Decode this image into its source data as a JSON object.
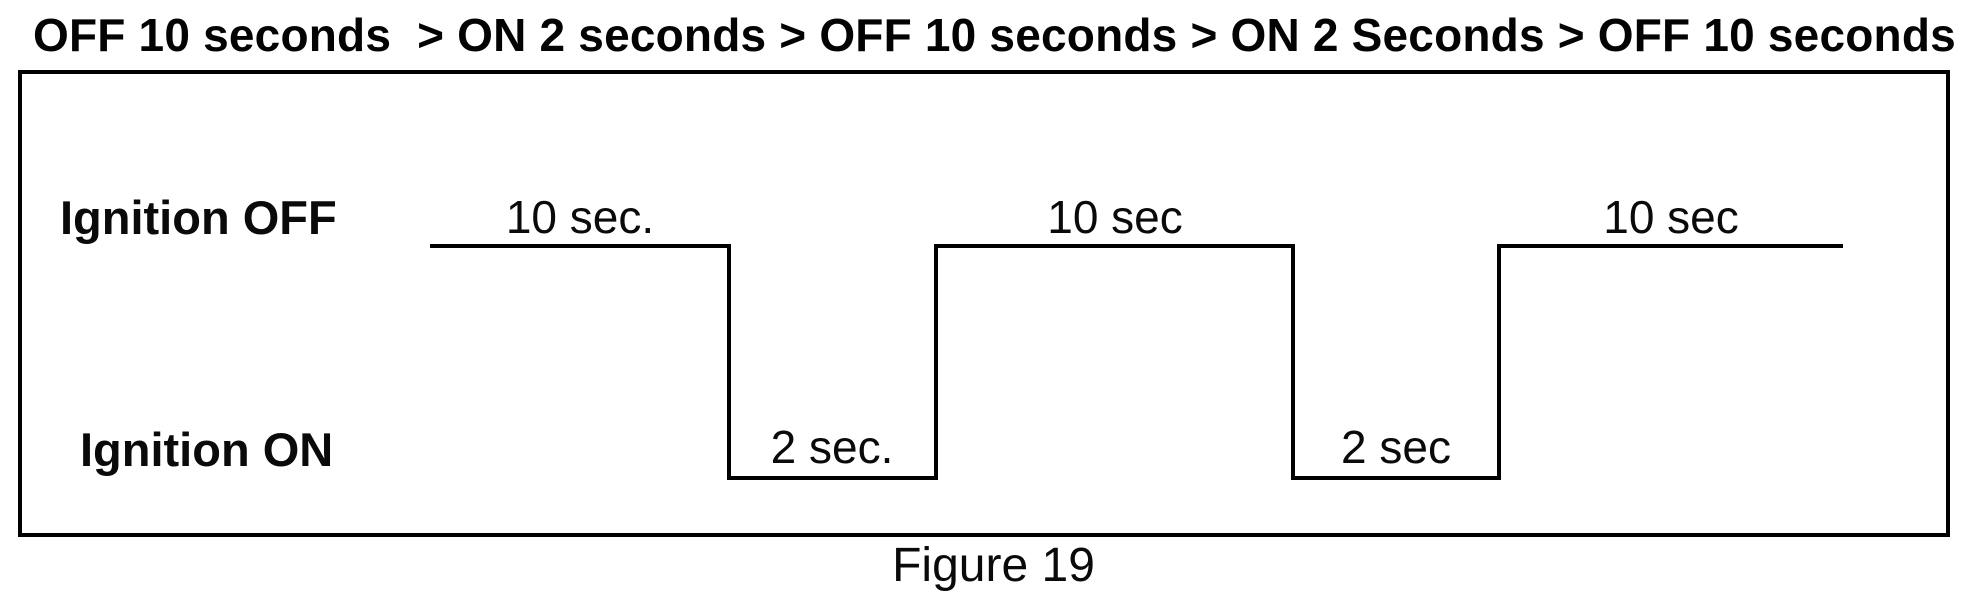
{
  "title": "OFF 10 seconds  > ON 2 seconds > OFF 10 seconds > ON 2 Seconds > OFF 10 seconds",
  "labels": {
    "ignition_off": "Ignition OFF",
    "ignition_on": "Ignition ON"
  },
  "waveform": {
    "type": "timing",
    "high_state": "Ignition OFF",
    "low_state": "Ignition ON",
    "line_color": "#000000",
    "segments": [
      {
        "state": "OFF",
        "duration_seconds": 10,
        "label": "10 sec."
      },
      {
        "state": "ON",
        "duration_seconds": 2,
        "label": "2 sec."
      },
      {
        "state": "OFF",
        "duration_seconds": 10,
        "label": "10 sec"
      },
      {
        "state": "ON",
        "duration_seconds": 2,
        "label": "2 sec"
      },
      {
        "state": "OFF",
        "duration_seconds": 10,
        "label": "10 sec"
      }
    ]
  },
  "caption": "Figure 19"
}
